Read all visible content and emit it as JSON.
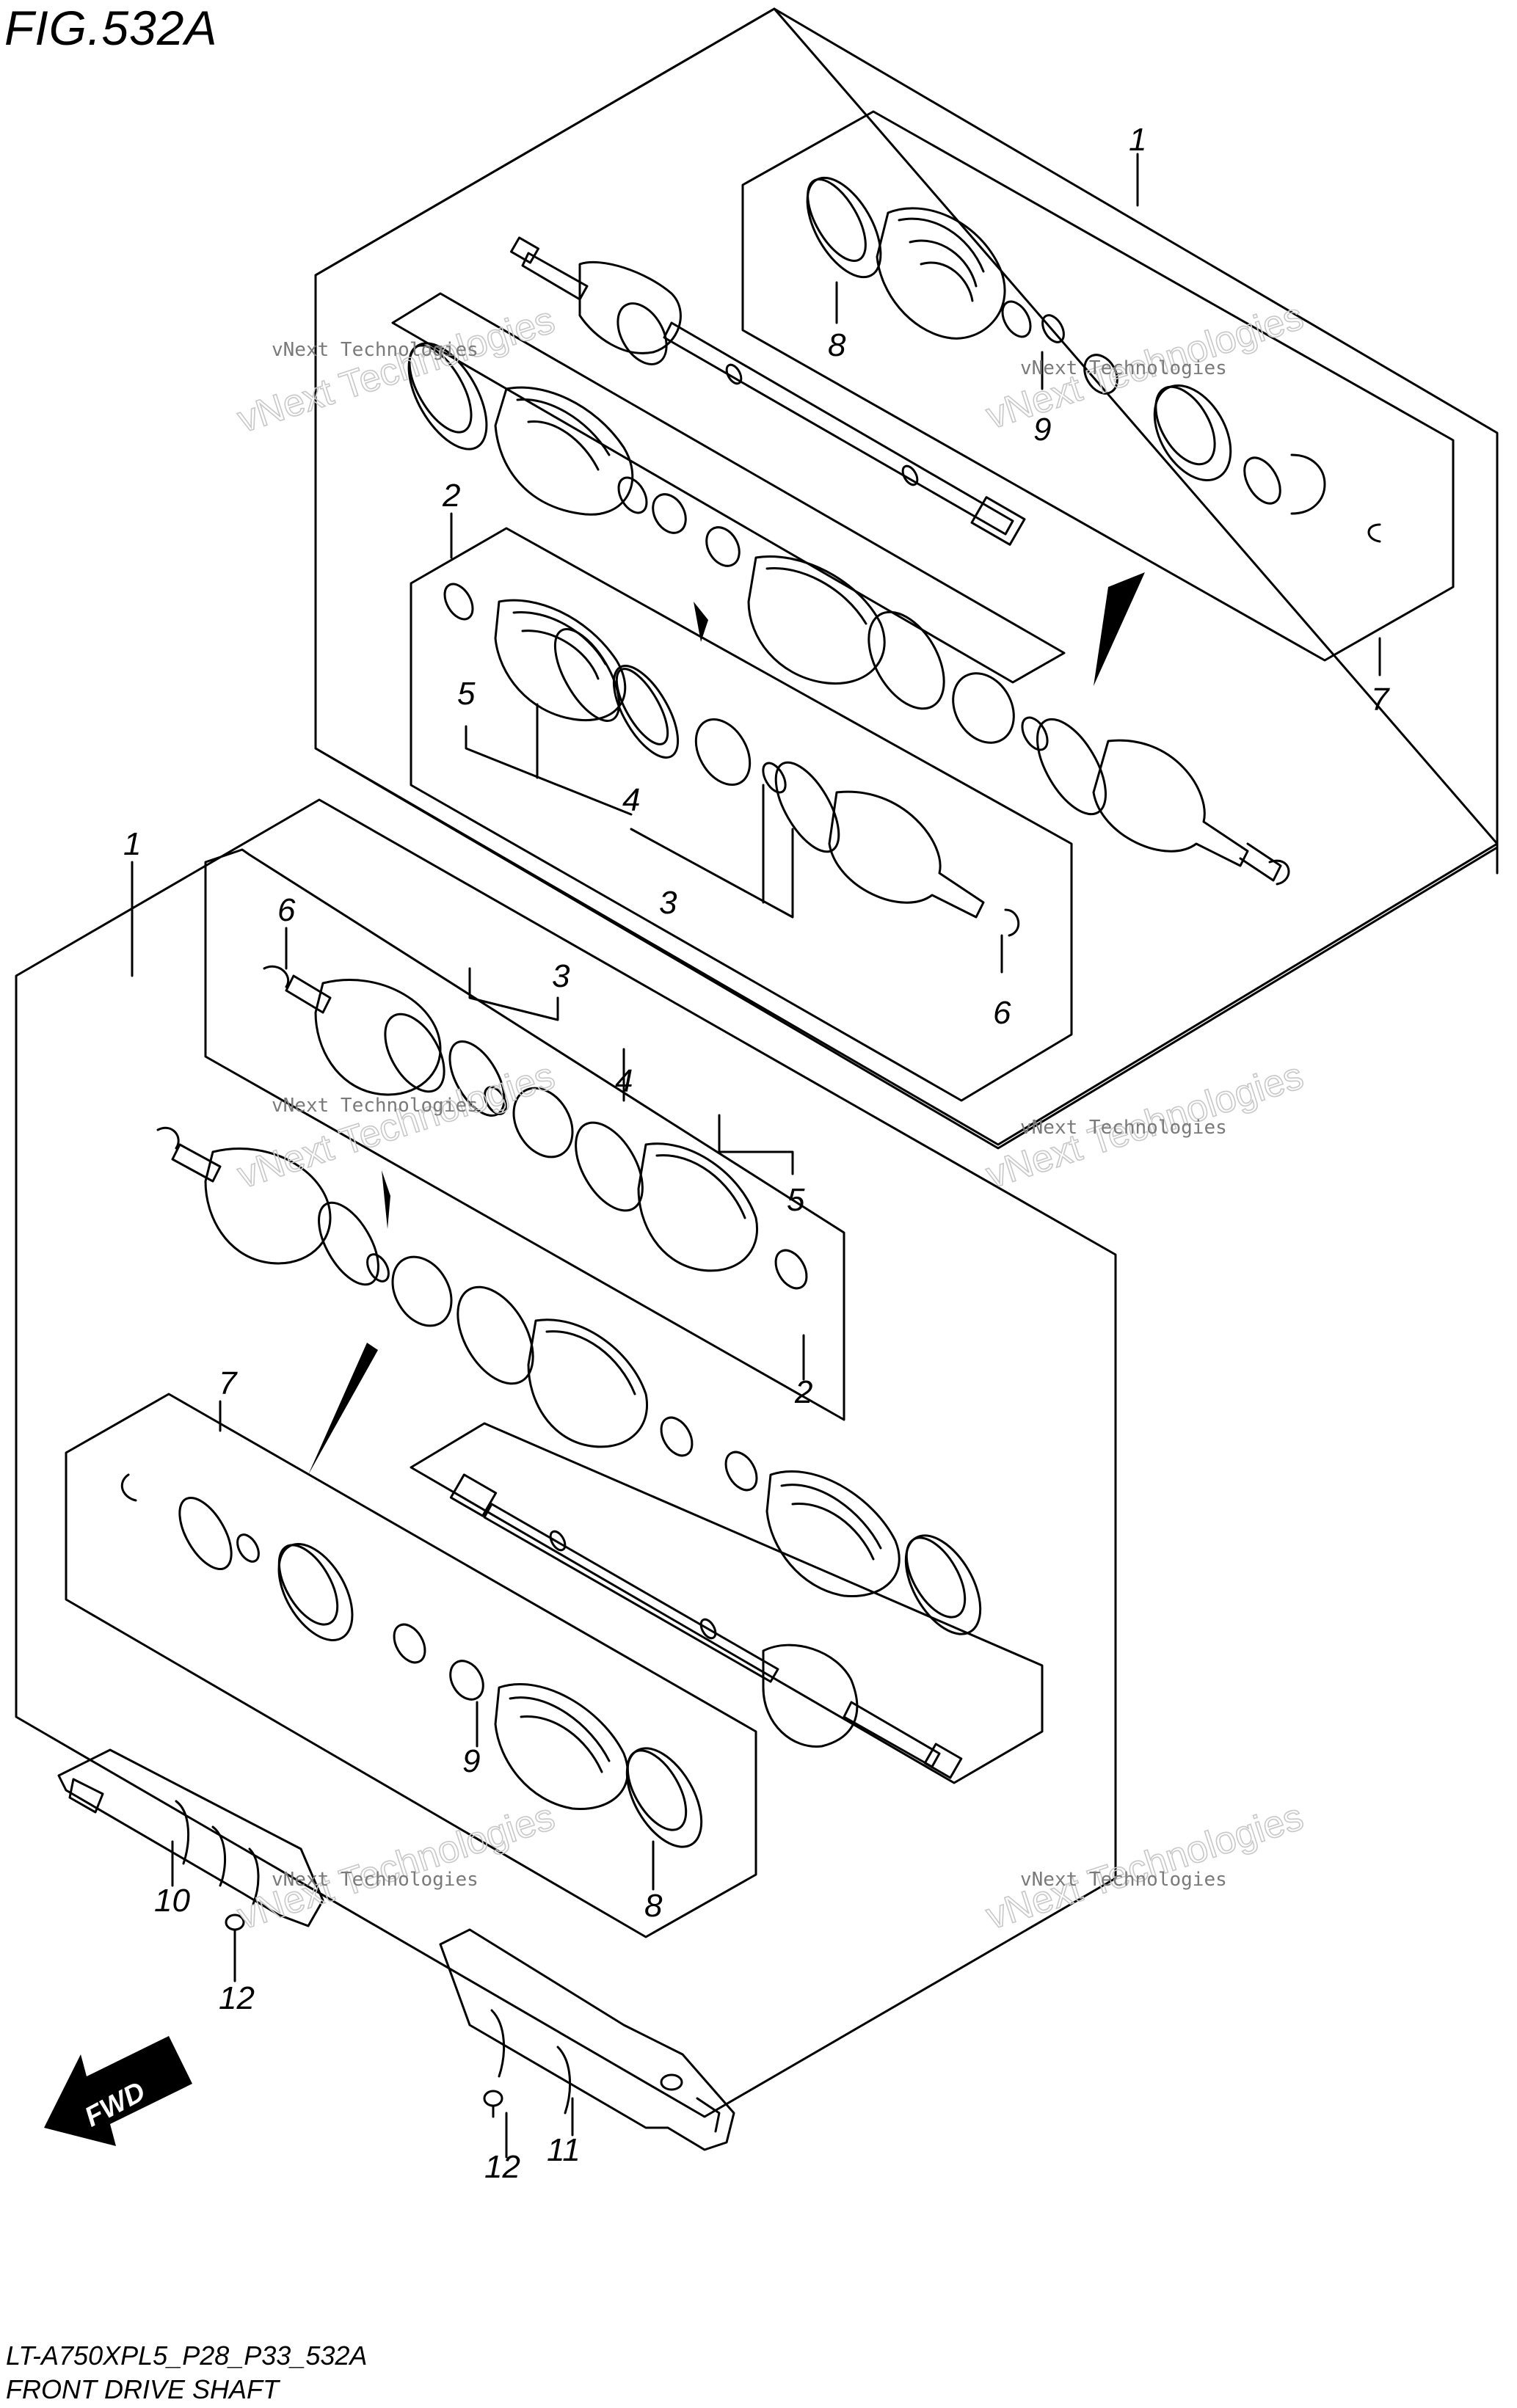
{
  "figure": {
    "title": "FIG.532A",
    "model_code": "LT-A750XPL5_P28_P33_532A",
    "caption": "FRONT DRIVE SHAFT"
  },
  "callouts": {
    "c1_top": "1",
    "c2_top": "2",
    "c3_top": "3",
    "c4_top": "4",
    "c5_top": "5",
    "c6_top": "6",
    "c7_top": "7",
    "c8_top": "8",
    "c9_top": "9",
    "c1_bot": "1",
    "c2_bot": "2",
    "c3_bot": "3",
    "c4_bot": "4",
    "c5_bot": "5",
    "c6_bot": "6",
    "c7_bot": "7",
    "c8_bot": "8",
    "c9_bot": "9",
    "c10": "10",
    "c11": "11",
    "c12_a": "12",
    "c12_b": "12"
  },
  "fwd_label": "FWD",
  "watermark": {
    "small": "vNext Technologies",
    "large": "vNext Technologies"
  }
}
